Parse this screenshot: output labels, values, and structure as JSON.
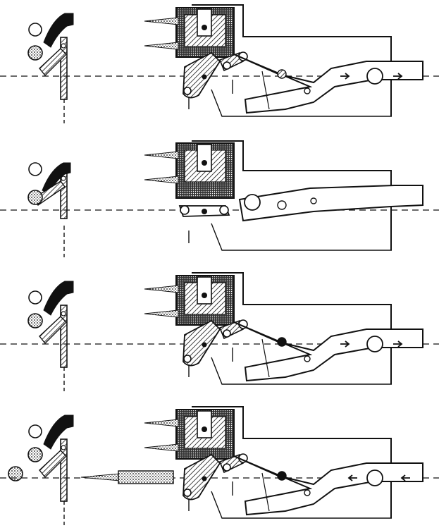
{
  "figure": {
    "kind": "mechanism-sequence",
    "panel_count": 4,
    "ink_color": "#111111",
    "paper_color": "#ffffff"
  },
  "panels": [
    {
      "id": "panel-1",
      "variant": "lower",
      "arrow_direction": "right",
      "center_mark": "hatched"
    },
    {
      "id": "panel-2",
      "variant": "raised",
      "arrow_direction": "none",
      "center_mark": "white"
    },
    {
      "id": "panel-3",
      "variant": "lower",
      "arrow_direction": "right",
      "center_mark": "black"
    },
    {
      "id": "panel-4",
      "variant": "lower",
      "arrow_direction": "left",
      "center_mark": "black",
      "ejected_cartridge": true,
      "ejected_ball": true
    }
  ]
}
